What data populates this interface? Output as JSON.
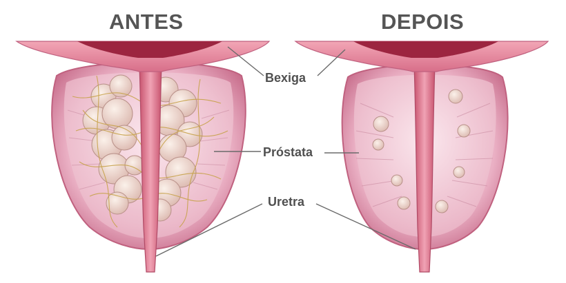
{
  "titles": {
    "before": "ANTES",
    "after": "DEPOIS"
  },
  "labels": {
    "bladder": "Bexiga",
    "prostate": "Próstata",
    "urethra": "Uretra"
  },
  "colors": {
    "title": "#555555",
    "label": "#505050",
    "leader_line": "#6a6a6a",
    "bladder_tissue": "#e68aa0",
    "bladder_lumen": "#9c2540",
    "prostate_capsule": "#e59ab4",
    "prostate_inner": "#f3d3df",
    "urethra": "#d86c88",
    "tumor": "#f0dcd2",
    "nerves": "#c7a24a"
  }
}
